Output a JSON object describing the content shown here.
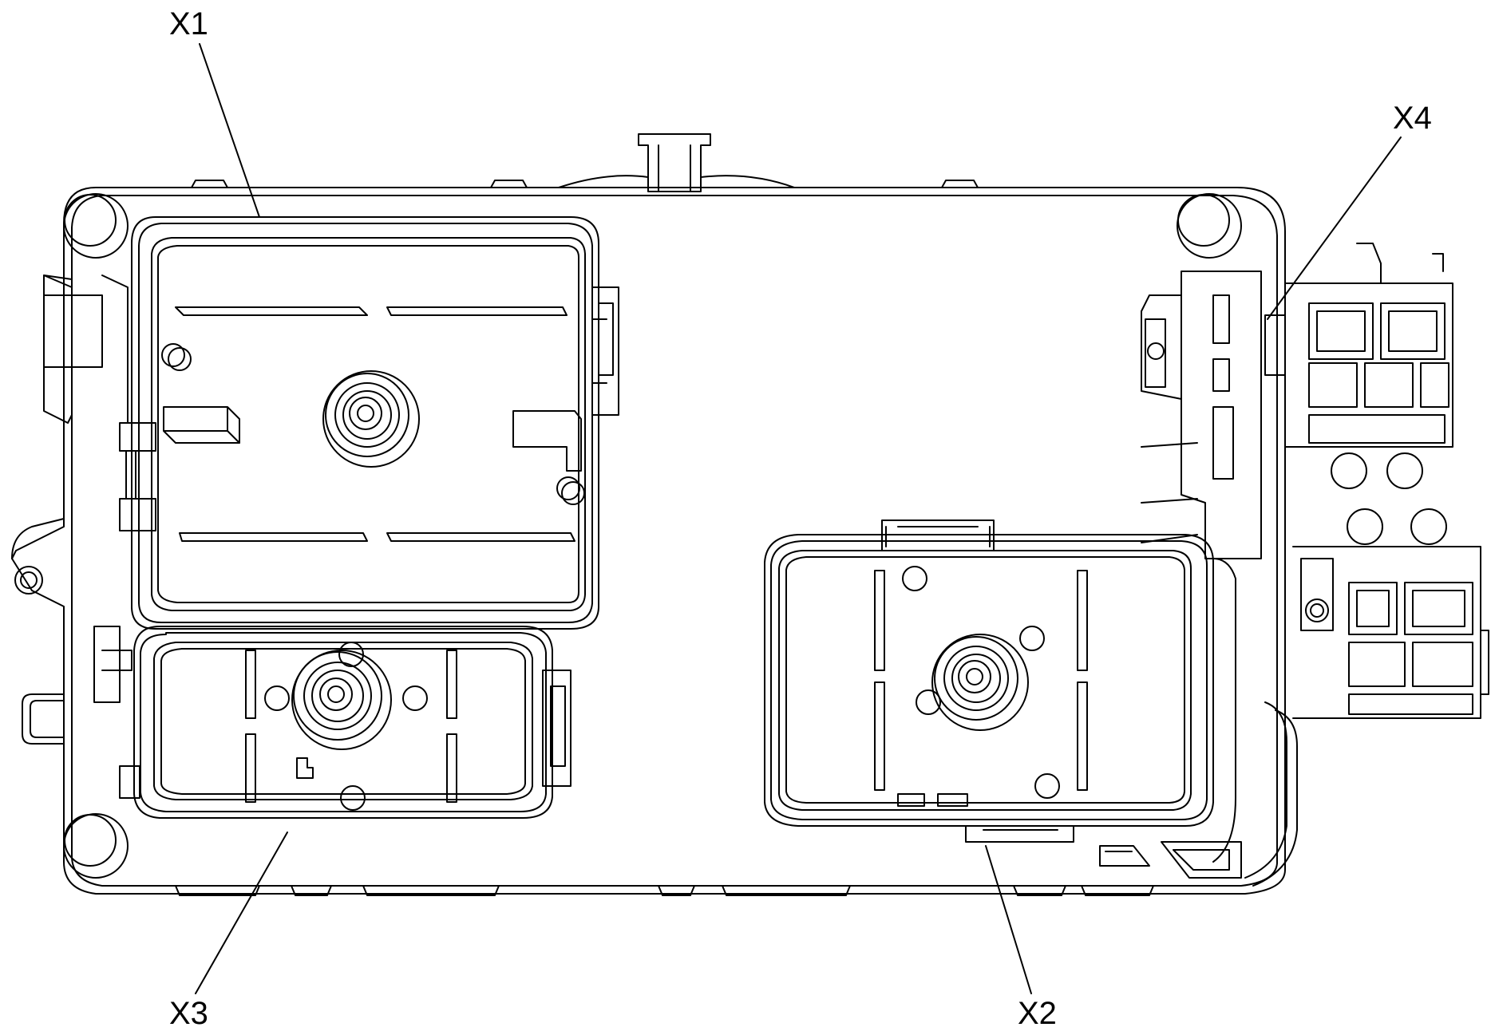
{
  "callouts": {
    "x1": "X1",
    "x2": "X2",
    "x3": "X3",
    "x4": "X4"
  },
  "colors": {
    "line": "#000000",
    "background": "#ffffff"
  }
}
